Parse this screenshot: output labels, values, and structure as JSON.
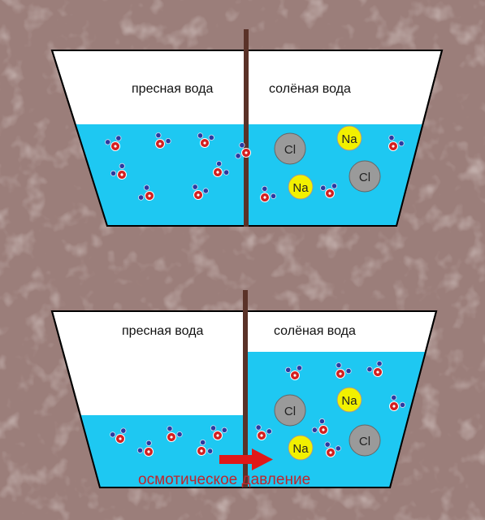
{
  "top_panel": {
    "left_label": "пресная вода",
    "right_label": "солёная вода",
    "ions": [
      {
        "kind": "Cl",
        "label": "Cl"
      },
      {
        "kind": "Na",
        "label": "Na"
      },
      {
        "kind": "Na",
        "label": "Na"
      },
      {
        "kind": "Cl",
        "label": "Cl"
      }
    ]
  },
  "bottom_panel": {
    "left_label": "пресная вода",
    "right_label": "солёная вода",
    "ions": [
      {
        "kind": "Cl",
        "label": "Cl"
      },
      {
        "kind": "Na",
        "label": "Na"
      },
      {
        "kind": "Na",
        "label": "Na"
      },
      {
        "kind": "Cl",
        "label": "Cl"
      }
    ],
    "pressure_label": "осмотическое давление"
  },
  "colors": {
    "background": "#9b7e7a",
    "water": "#1ec8f2",
    "container_fill": "#ffffff",
    "membrane": "#5a3228",
    "cl_ion": "#9a9a9a",
    "na_ion": "#f2f000",
    "oxygen": "#d42020",
    "hydrogen": "#2a3aa0",
    "arrow": "#e01818"
  }
}
